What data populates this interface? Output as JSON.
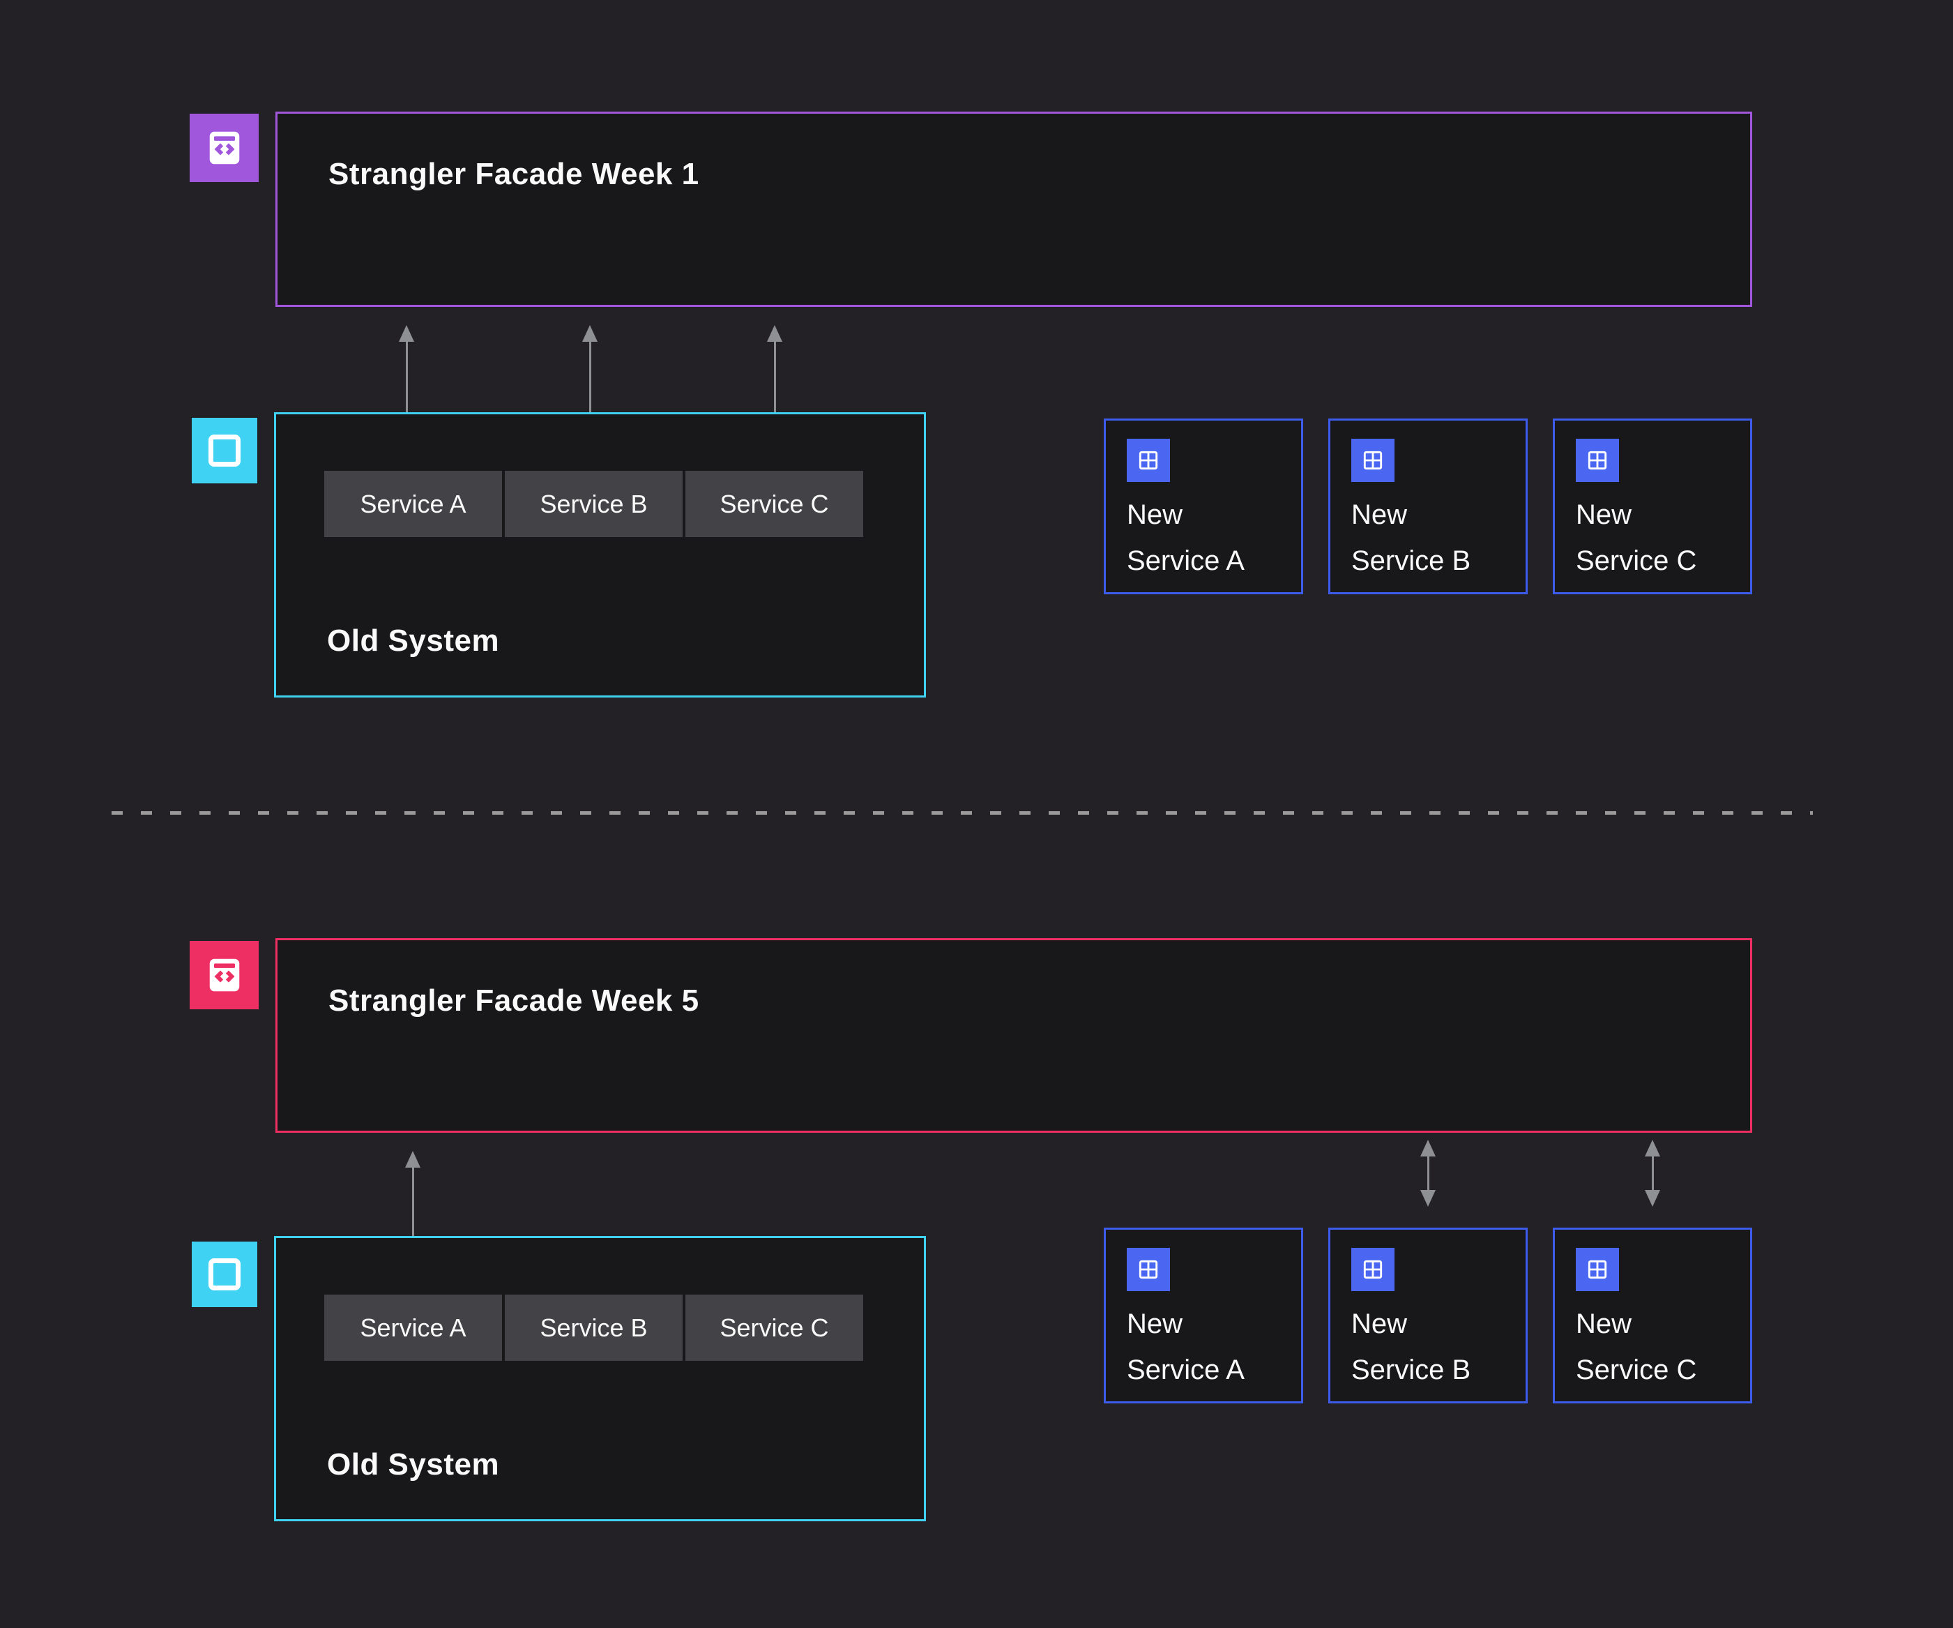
{
  "colors": {
    "page_background": "#232125",
    "box_background": "#18171a",
    "text": "#fafafa",
    "purple_accent": "#a157dc",
    "cyan_accent": "#3fd2f2",
    "pink_accent": "#ee2f63",
    "blue_border": "#3d5cec",
    "blue_tile": "#4b67f2",
    "service_button_grey": "#434347",
    "arrow_grey": "#8f9094",
    "divider_grey": "#9a9a9a"
  },
  "sections": [
    {
      "facade": {
        "title": "Strangler Facade Week 1",
        "icon": "window-code-icon",
        "accent": "#a157dc"
      },
      "old_system": {
        "title": "Old System",
        "icon": "square-outline-icon",
        "accent": "#3fd2f2",
        "services": [
          {
            "label": "Service A"
          },
          {
            "label": "Service B"
          },
          {
            "label": "Service C"
          }
        ]
      },
      "new_services": [
        {
          "label": "New Service A",
          "icon": "table-grid-icon"
        },
        {
          "label": "New Service B",
          "icon": "table-grid-icon"
        },
        {
          "label": "New Service C",
          "icon": "table-grid-icon"
        }
      ],
      "connections": [
        "facade-to-service-a",
        "facade-to-service-b",
        "facade-to-service-c"
      ]
    },
    {
      "facade": {
        "title": "Strangler Facade Week 5",
        "icon": "window-code-icon",
        "accent": "#ee2f63"
      },
      "old_system": {
        "title": "Old System",
        "icon": "square-outline-icon",
        "accent": "#3fd2f2",
        "services": [
          {
            "label": "Service A"
          },
          {
            "label": "Service B"
          },
          {
            "label": "Service C"
          }
        ]
      },
      "new_services": [
        {
          "label": "New Service A",
          "icon": "table-grid-icon"
        },
        {
          "label": "New Service B",
          "icon": "table-grid-icon"
        },
        {
          "label": "New Service C",
          "icon": "table-grid-icon"
        }
      ],
      "connections": [
        "facade-to-service-a",
        "facade-to-new-service-b",
        "facade-to-new-service-c"
      ]
    }
  ]
}
